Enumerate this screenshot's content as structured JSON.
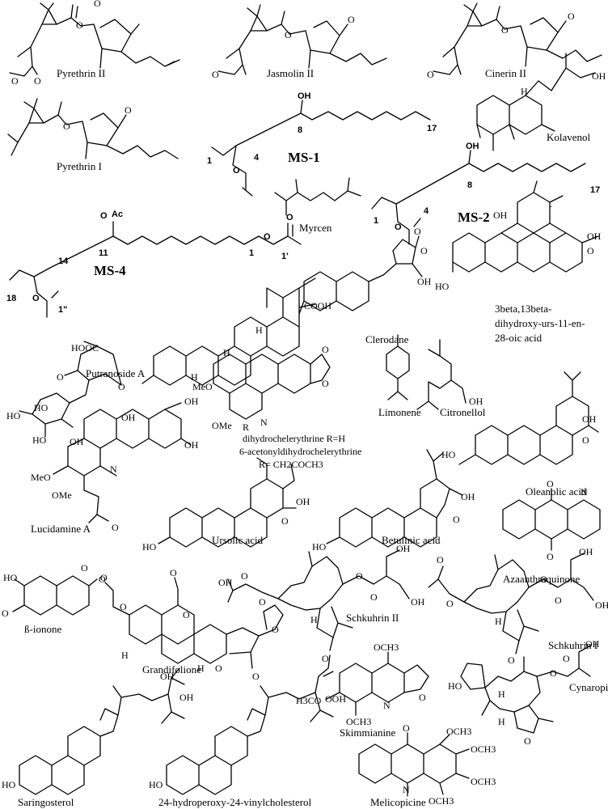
{
  "compounds": [
    {
      "name": "Pyrethrin II"
    },
    {
      "name": "Jasmolin II"
    },
    {
      "name": "Cinerin II"
    },
    {
      "name": "Pyrethrin I"
    },
    {
      "name": "MS-1"
    },
    {
      "name": "Kolavenol"
    },
    {
      "name": "Myrcen"
    },
    {
      "name": "MS-2"
    },
    {
      "name": "MS-4"
    },
    {
      "name": "3beta,13beta-"
    },
    {
      "name": "dihydroxy-urs-11-en-"
    },
    {
      "name": "28-oic acid"
    },
    {
      "name": "Putranoside A"
    },
    {
      "name": "Clerodane"
    },
    {
      "name": "Limonene"
    },
    {
      "name": "Citronellol"
    },
    {
      "name": "dihydrochelerythrine R=H"
    },
    {
      "name": "6-acetonyldihydrochelerythrine"
    },
    {
      "name": "R= CH2COCH3"
    },
    {
      "name": "Oleanolic acid"
    },
    {
      "name": "Lucidamine A"
    },
    {
      "name": "Ursolic acid"
    },
    {
      "name": "Betulinic acid"
    },
    {
      "name": "Azaanthraquinone"
    },
    {
      "name": "ß-ionone"
    },
    {
      "name": "Grandifolione"
    },
    {
      "name": "Schkuhrin  II"
    },
    {
      "name": "Schkuhrin I"
    },
    {
      "name": "Skimmianine"
    },
    {
      "name": "Cynaropicrin"
    },
    {
      "name": "Saringosterol"
    },
    {
      "name": "24-hydroperoxy-24-vinylcholesterol"
    },
    {
      "name": "Melicopicine"
    }
  ],
  "atoms": {
    "o": "O",
    "oh": "OH",
    "ho": "HO",
    "h": "H",
    "n": "N",
    "ac": "Ac",
    "cooh": "COOH",
    "hooc": "HOOC",
    "meo": "MeO",
    "ome": "OMe",
    "r": "R",
    "och3": "OCH3",
    "h3co": "H3CO",
    "ooh": "OOH",
    "dot": "."
  },
  "numbers": {
    "n1": "1",
    "n4": "4",
    "n8": "8",
    "n11": "11",
    "n14": "14",
    "n17": "17",
    "n18": "18",
    "n1p": "1'",
    "n1pp": "1\""
  }
}
